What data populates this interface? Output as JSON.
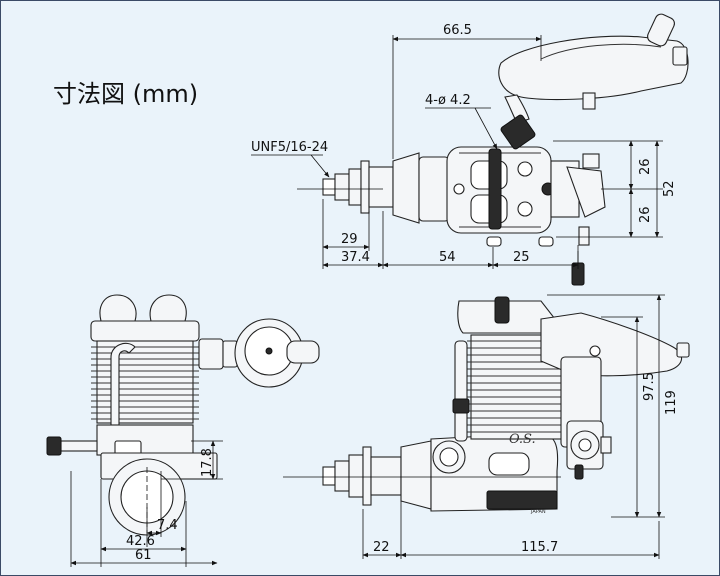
{
  "title": "寸法図 (mm)",
  "top_view": {
    "dim_width_top": "66.5",
    "dim_hole": "4-ø 4.2",
    "dim_thread": "UNF5/16-24",
    "dim_half_upper": "26",
    "dim_half_lower": "26",
    "dim_total_height": "52",
    "dim_29": "29",
    "dim_37_4": "37.4",
    "dim_54": "54",
    "dim_25": "25"
  },
  "front_view": {
    "dim_17_8": "17.8",
    "dim_7_4": "7.4",
    "dim_42_6": "42.6",
    "dim_61": "61"
  },
  "side_view": {
    "brand_mark": "O.S.",
    "small_mark": "JAPAN",
    "dim_97_5": "97.5",
    "dim_119": "119",
    "dim_22": "22",
    "dim_115_7": "115.7"
  }
}
